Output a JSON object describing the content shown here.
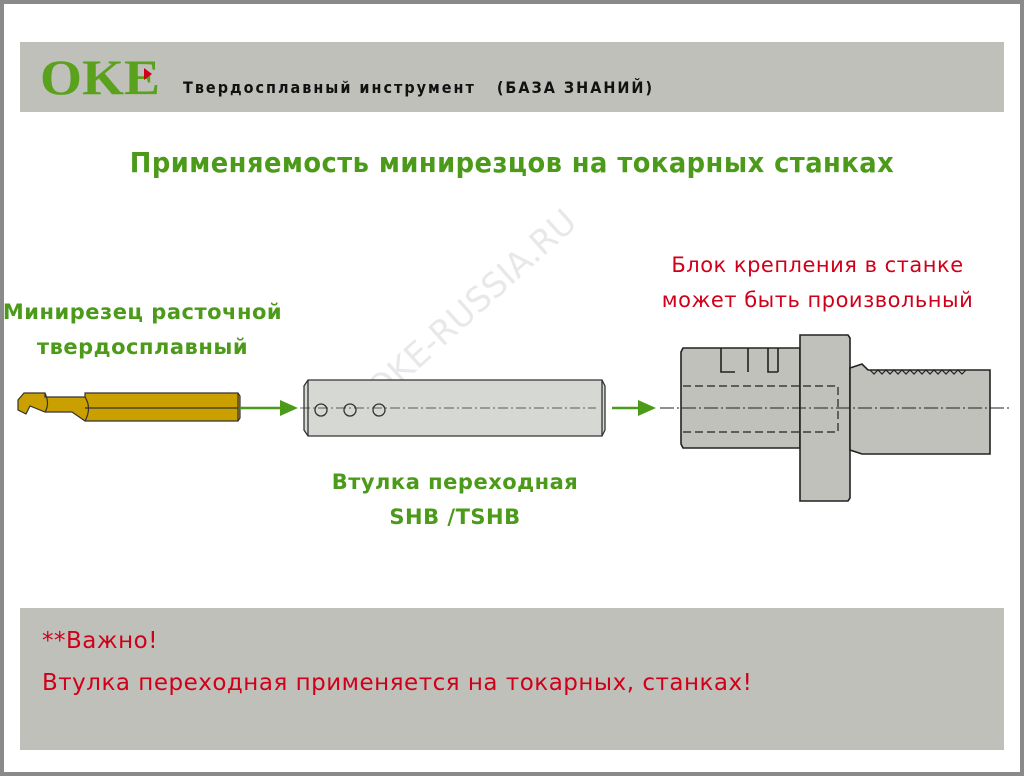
{
  "header": {
    "logo": "OKE",
    "subtitle": "Твердосплавный инструмент   (БАЗА ЗНАНИЙ)"
  },
  "title": "Применяемость минирезцов на токарных станках",
  "labels": {
    "mini_cutter": [
      "Минирезец расточной",
      "твердосплавный"
    ],
    "sleeve": [
      "Втулка переходная",
      "SHB /TSHB"
    ],
    "block": [
      "Блок крепления в станке",
      "может быть произвольный"
    ]
  },
  "watermark": "OKE-RUSSIA.RU",
  "footer": {
    "line1": "**Важно!",
    "line2": "Втулка переходная применяется на токарных, станках!"
  },
  "colors": {
    "green": "#4c9a1a",
    "red": "#d0001a",
    "band": "#bfc0ba",
    "gold": "#c9a000"
  }
}
